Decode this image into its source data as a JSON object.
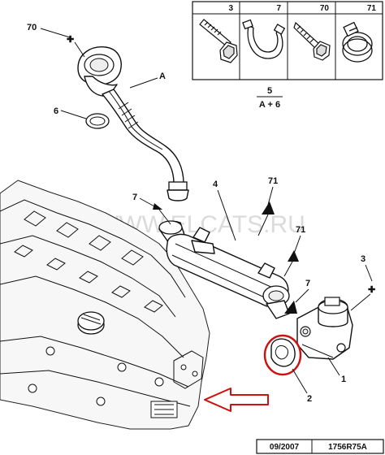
{
  "watermark": "WWW.ELCATS.RU",
  "header_table": [
    {
      "number": "3",
      "icon": "bolt-icon"
    },
    {
      "number": "7",
      "icon": "clamp-icon"
    },
    {
      "number": "70",
      "icon": "screw-icon"
    },
    {
      "number": "71",
      "icon": "hose-clip-icon"
    }
  ],
  "callouts": {
    "c70": "70",
    "c6": "6",
    "cA": "A",
    "c5": "5",
    "c5b": "A + 6",
    "c4": "4",
    "c71a": "71",
    "c7a": "7",
    "c71b": "71",
    "c3": "3",
    "c7b": "7",
    "c1": "1",
    "c2": "2"
  },
  "footer": {
    "date": "09/2007",
    "code": "1756R75A"
  },
  "colors": {
    "line": "#111111",
    "highlight": "#cc1111",
    "watermark": "#bdbdbd"
  }
}
